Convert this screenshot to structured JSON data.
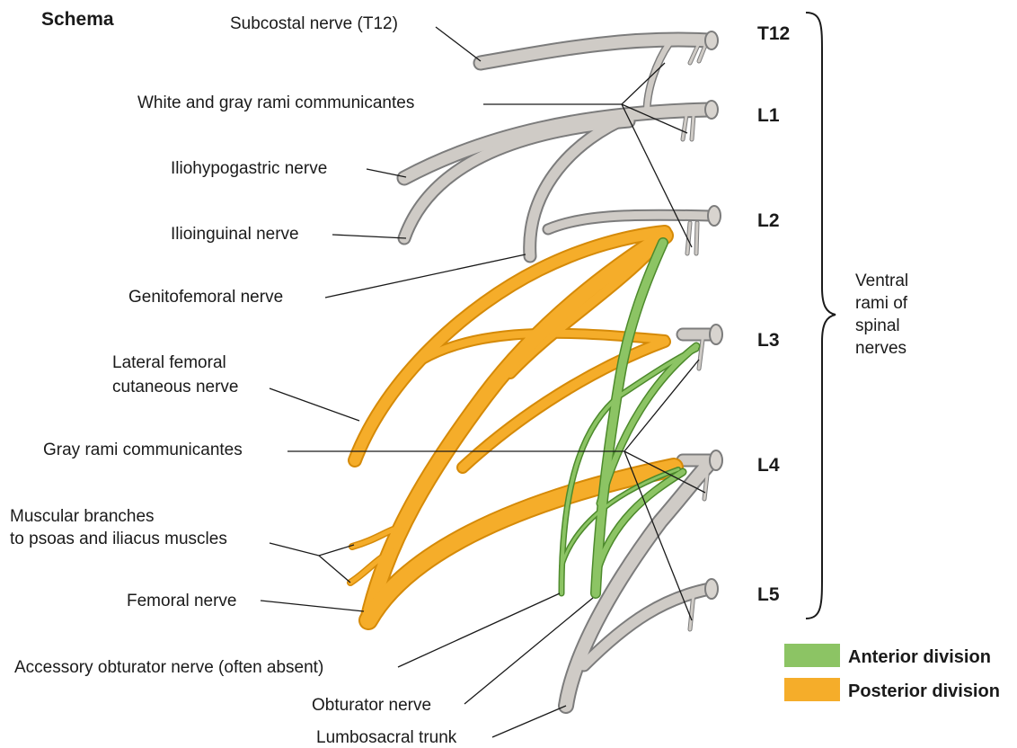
{
  "title": "Schema",
  "levels": [
    "T12",
    "L1",
    "L2",
    "L3",
    "L4",
    "L5"
  ],
  "brace_label": [
    "Ventral",
    "rami of",
    "spinal",
    "nerves"
  ],
  "labels": {
    "subcostal": "Subcostal nerve (T12)",
    "rami_communicantes": "White and gray rami communicantes",
    "iliohypogastric": "Iliohypogastric nerve",
    "ilioinguinal": "Ilioinguinal nerve",
    "genitofemoral": "Genitofemoral nerve",
    "lateral_femoral_1": "Lateral femoral",
    "lateral_femoral_2": "cutaneous nerve",
    "gray_rami": "Gray rami communicantes",
    "muscular_1": "Muscular branches",
    "muscular_2": "to psoas and iliacus muscles",
    "femoral": "Femoral nerve",
    "accessory_obturator": "Accessory obturator nerve (often absent)",
    "obturator": "Obturator nerve",
    "lumbosacral": "Lumbosacral trunk"
  },
  "legend": [
    {
      "label": "Anterior division",
      "color": "#8cc464"
    },
    {
      "label": "Posterior division",
      "color": "#f5ad2a"
    }
  ],
  "colors": {
    "nerve_gray": "#cfcbc6",
    "anterior_green": "#8cc464",
    "posterior_orange": "#f5ad2a"
  }
}
